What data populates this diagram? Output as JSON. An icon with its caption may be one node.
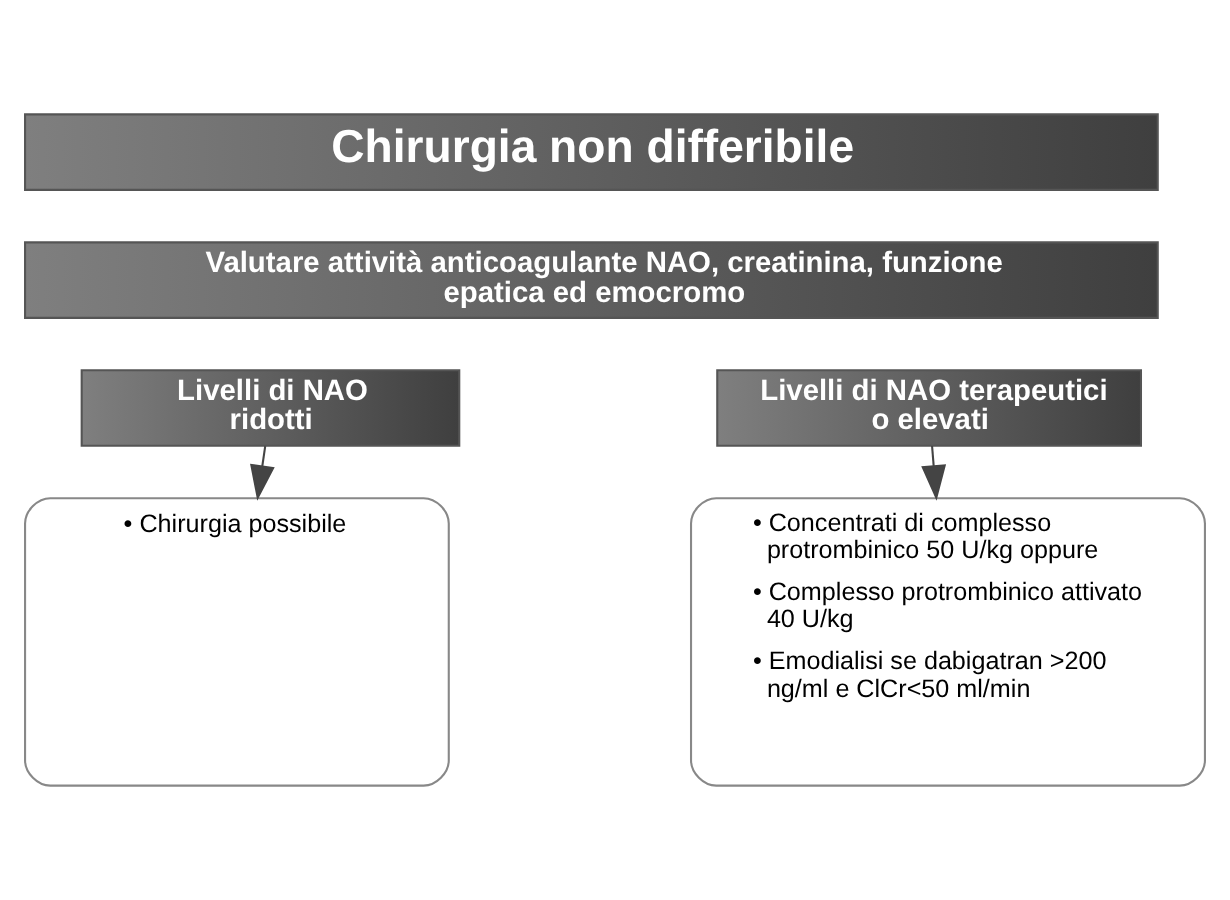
{
  "diagram": {
    "nodes": [
      {
        "text": [
          "Chirurgia non differibile"
        ]
      },
      {
        "text": [
          "Valutare attività anticoagulante NAO, creatinina, funzione epatica ed emocromo"
        ]
      },
      {
        "text": [
          "Livelli di NAO ridotti"
        ]
      },
      {
        "text": [
          "Livelli di NAO terapeutici o elevati"
        ]
      },
      {
        "text": [
          "• Chirurgia possibile"
        ]
      },
      {
        "text": [
          "• Concentrati di complesso protrombinico 50 U/kg oppure",
          "• Complesso protrombinico attivato 40 U/kg",
          "• Emodialisi se dabigatran >200 ng/ml e ClCr<50 ml/min"
        ]
      }
    ],
    "edges": [
      {
        "from": 2,
        "to": 4,
        "arrow": "to"
      },
      {
        "from": 3,
        "to": 5,
        "arrow": "to"
      }
    ]
  }
}
